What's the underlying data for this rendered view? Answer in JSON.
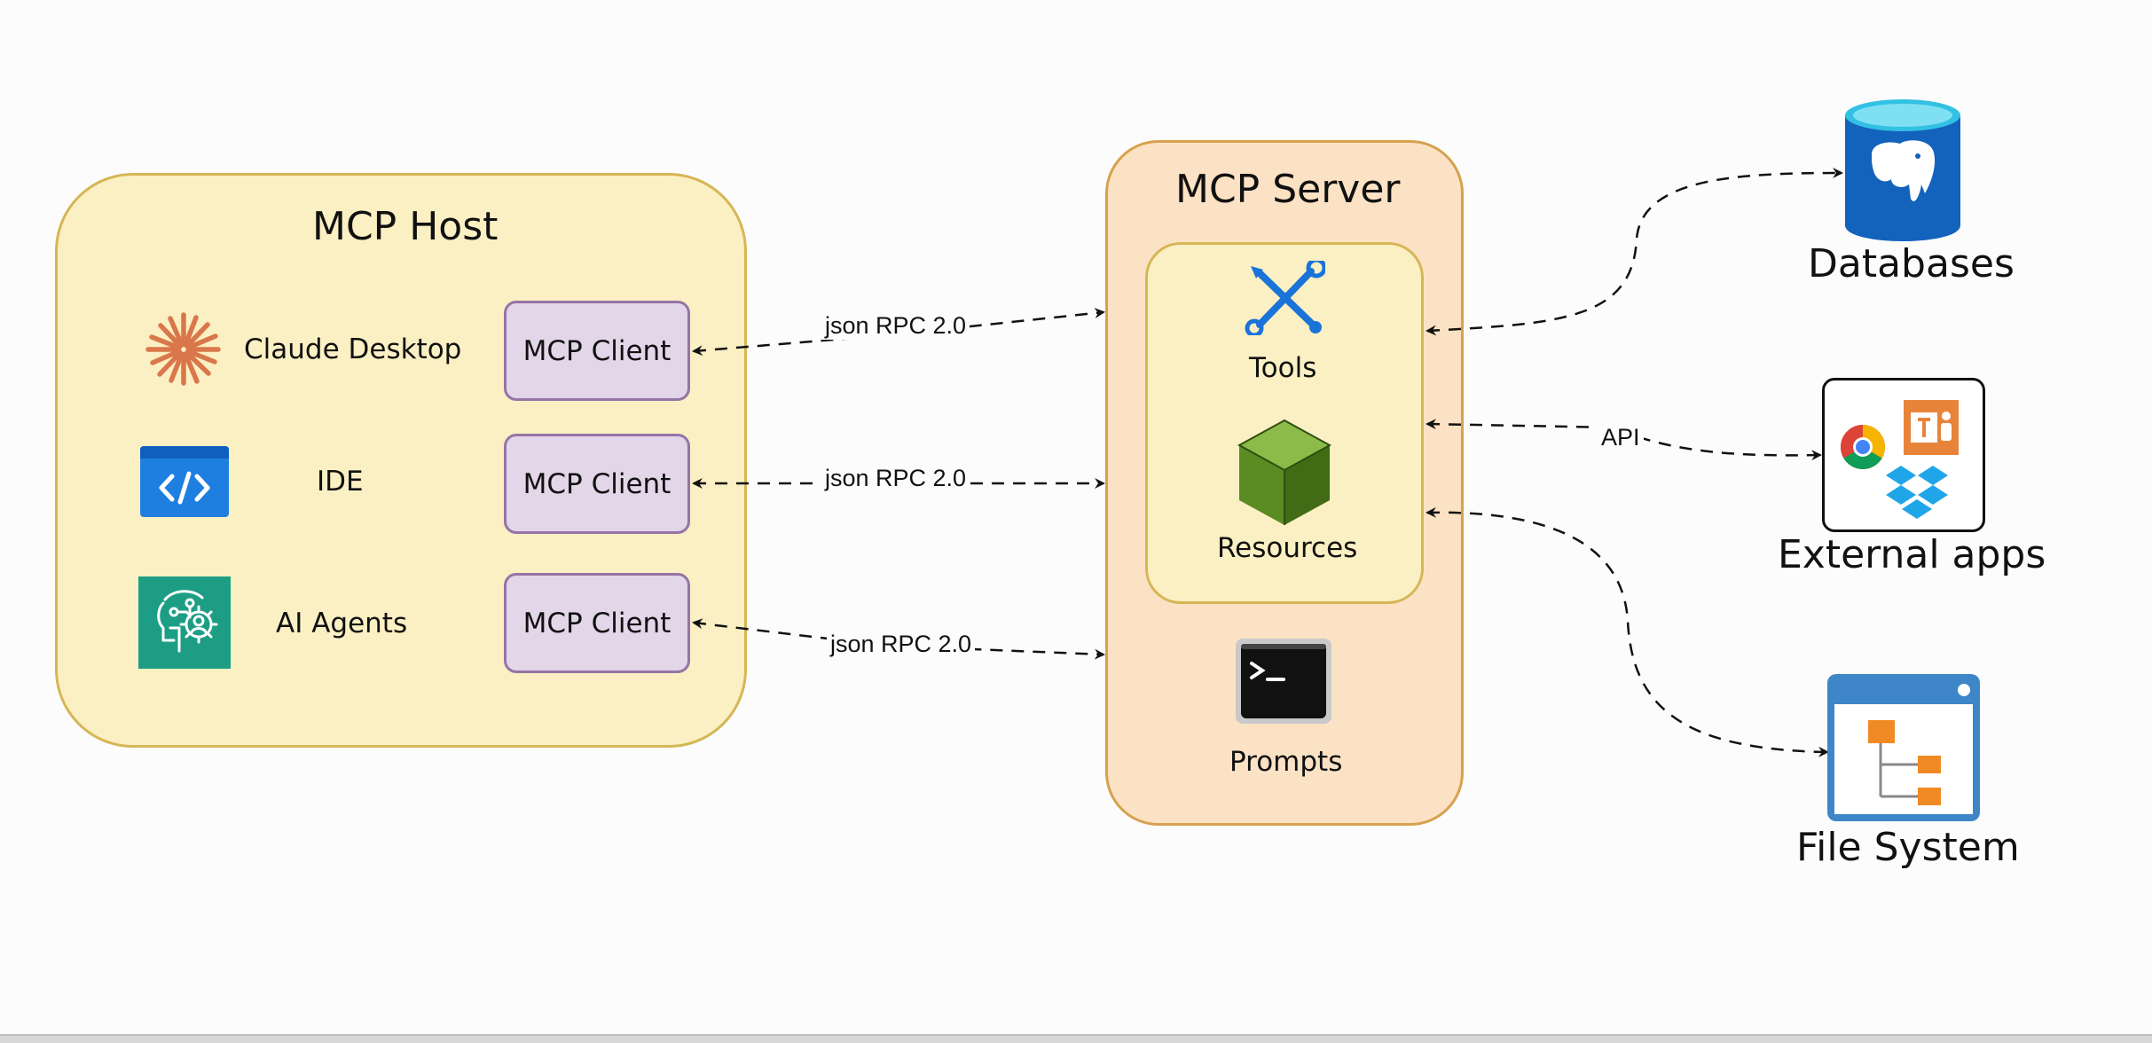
{
  "host": {
    "title": "MCP Host",
    "apps": [
      {
        "label": "Claude Desktop",
        "icon": "claude-sunburst-icon"
      },
      {
        "label": "IDE",
        "icon": "code-brackets-icon"
      },
      {
        "label": "AI Agents",
        "icon": "ai-agent-icon"
      }
    ],
    "clients": [
      "MCP Client",
      "MCP Client",
      "MCP Client"
    ]
  },
  "server": {
    "title": "MCP Server",
    "capabilities": [
      {
        "label": "Tools",
        "icon": "tools-icon"
      },
      {
        "label": "Resources",
        "icon": "cube-icon"
      },
      {
        "label": "Prompts",
        "icon": "terminal-icon"
      }
    ]
  },
  "edges": {
    "rpc_label_1": "json RPC 2.0",
    "rpc_label_2": "json RPC 2.0",
    "rpc_label_3": "json RPC 2.0",
    "api_label": "API"
  },
  "targets": {
    "databases": "Databases",
    "external_apps": "External apps",
    "file_system": "File System"
  },
  "colors": {
    "host_fill": "#fbf0c3",
    "host_border": "#d6b656",
    "server_fill": "#fce2c4",
    "server_border": "#d7a14f",
    "client_fill": "#e2d6e8",
    "client_border": "#9674a6"
  }
}
